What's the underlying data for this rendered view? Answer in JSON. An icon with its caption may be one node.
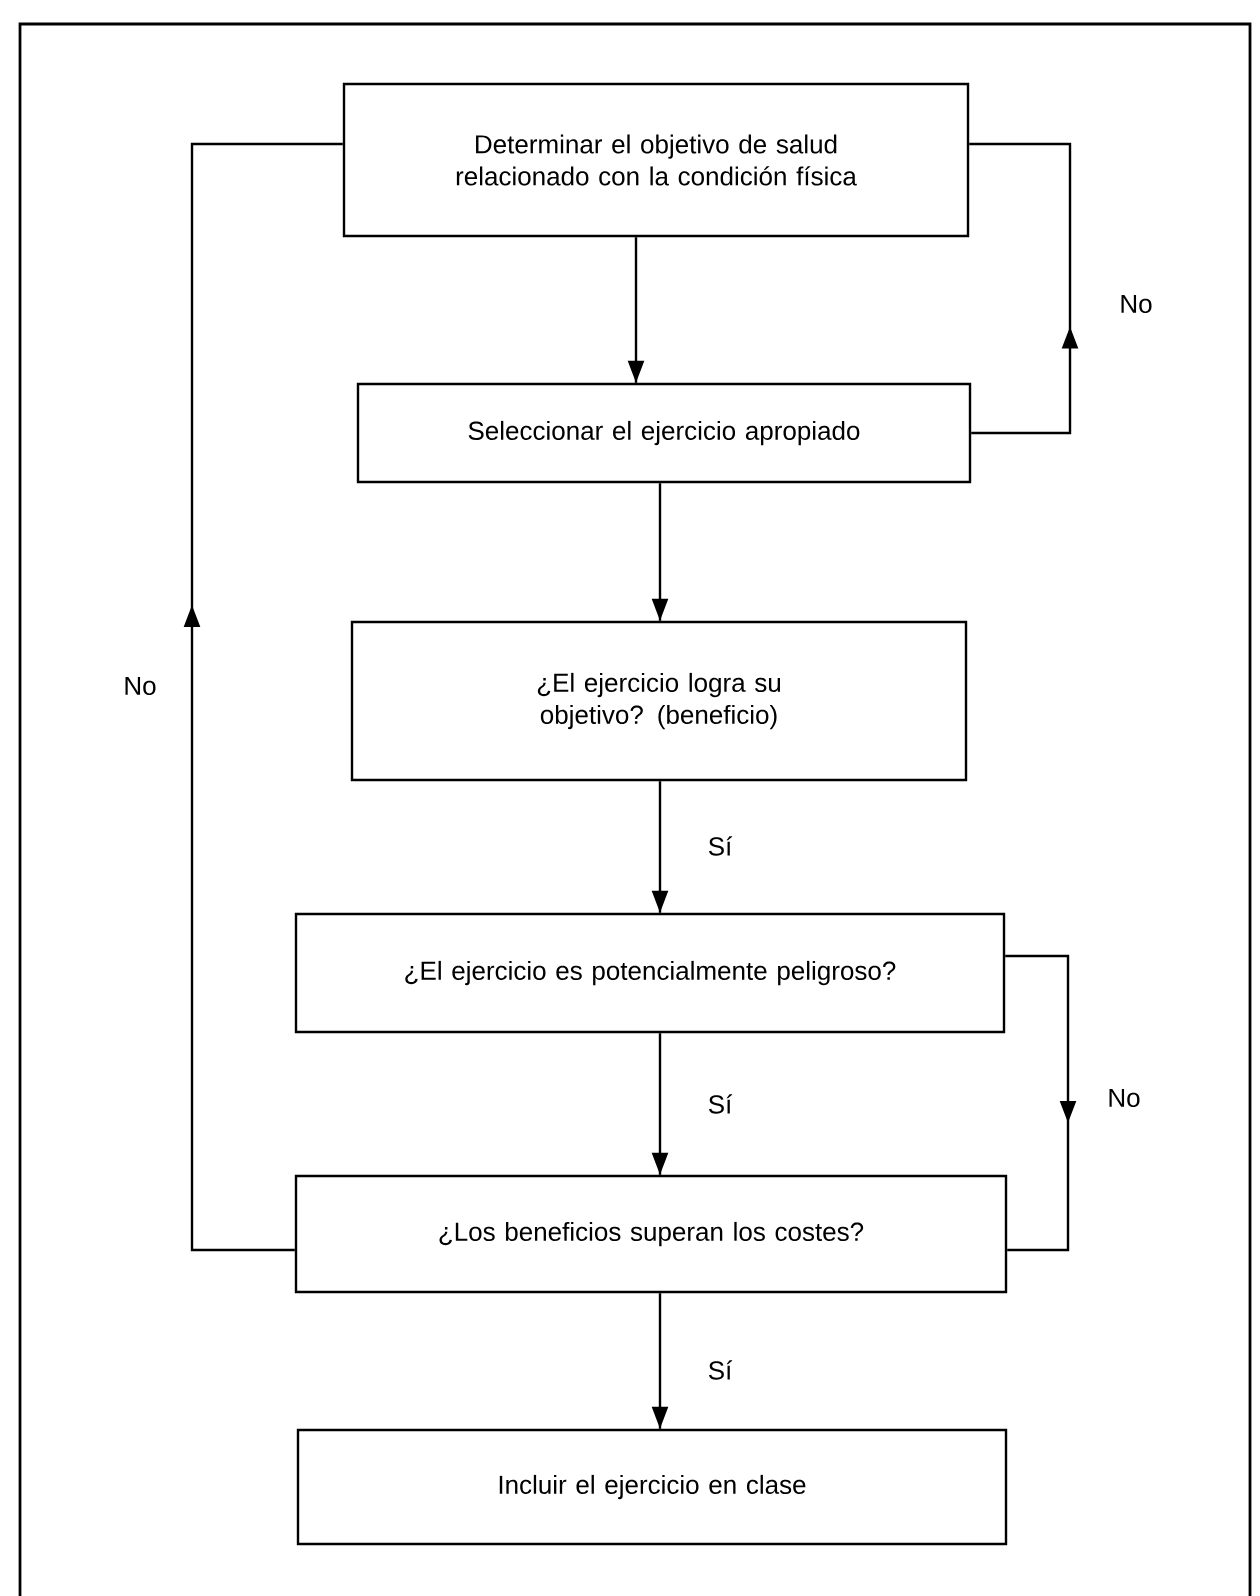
{
  "diagram": {
    "nodes": [
      {
        "text": [
          "Determinar el objetivo de salud relacionado con la condición física"
        ]
      },
      {
        "text": [
          "Seleccionar el ejercicio apropiado"
        ]
      },
      {
        "text": [
          "¿El ejercicio logra su objetivo? (beneficio)"
        ]
      },
      {
        "text": [
          "¿El ejercicio es potencialmente peligroso?"
        ]
      },
      {
        "text": [
          "¿Los beneficios superan los costes?"
        ]
      },
      {
        "text": [
          "Incluir el ejercicio en clase"
        ]
      }
    ],
    "edges": [
      {
        "from": 0,
        "to": 1,
        "arrow": "to"
      },
      {
        "from": 1,
        "to": 0,
        "arrow": "to",
        "label": "No"
      },
      {
        "from": 1,
        "to": 2,
        "arrow": "to"
      },
      {
        "from": 2,
        "to": 3,
        "arrow": "to",
        "label": "Sí"
      },
      {
        "from": 3,
        "to": 4,
        "arrow": "to",
        "label": "Sí"
      },
      {
        "from": 3,
        "to": 4,
        "arrow": "to",
        "label": "No"
      },
      {
        "from": 4,
        "to": 0,
        "arrow": "to",
        "label": "No"
      },
      {
        "from": 4,
        "to": 5,
        "arrow": "to",
        "label": "Sí"
      }
    ]
  }
}
